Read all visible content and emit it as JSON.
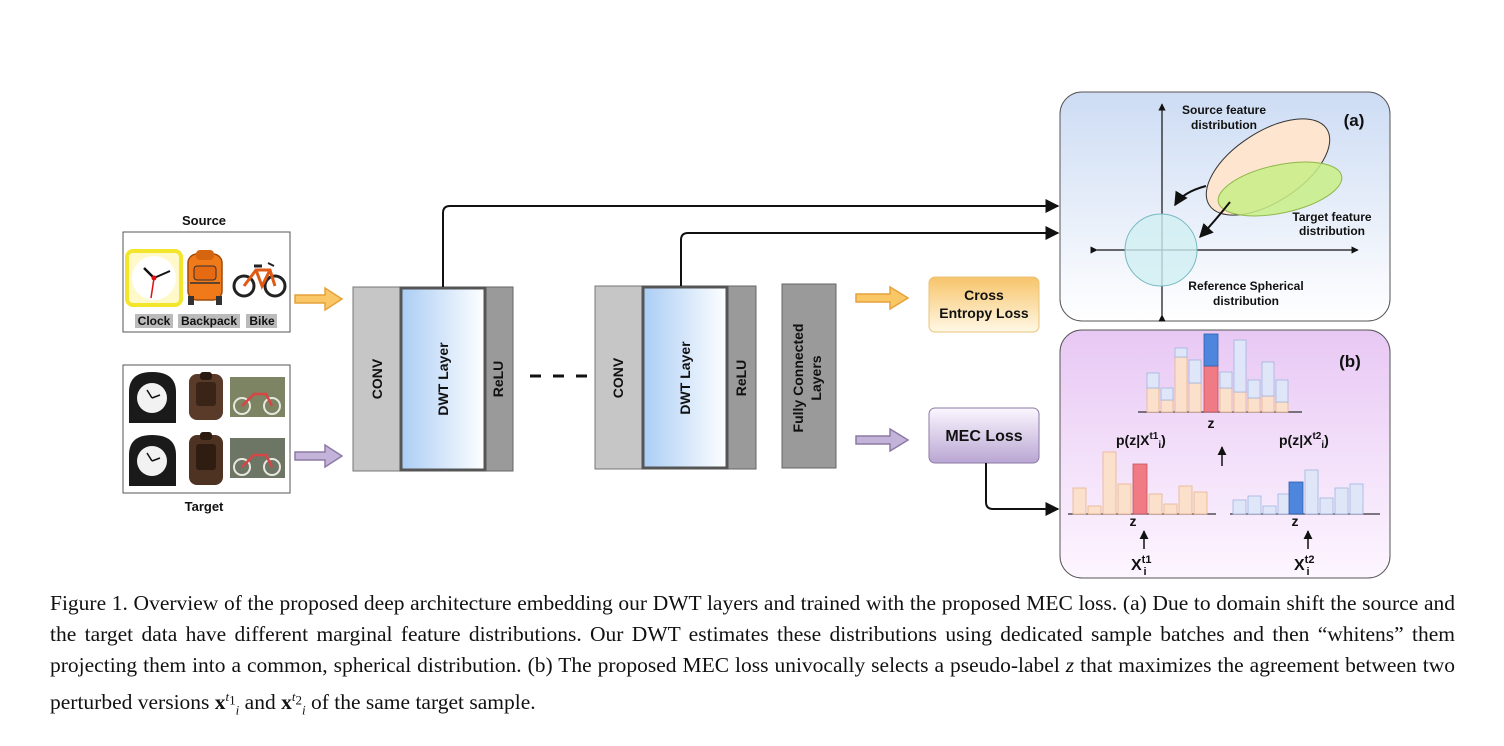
{
  "figure": {
    "source_title": "Source",
    "target_title": "Target",
    "source_classes": [
      "Clock",
      "Backpack",
      "Bike"
    ],
    "block1": {
      "conv": "CONV",
      "dwt": "DWT Layer",
      "relu": "ReLU"
    },
    "block2": {
      "conv": "CONV",
      "dwt": "DWT Layer",
      "relu": "ReLU"
    },
    "fc_line1": "Fully Connected",
    "fc_line2": "Layers",
    "ce_line1": "Cross",
    "ce_line2": "Entropy Loss",
    "mec": "MEC Loss",
    "panel_a": {
      "tag": "(a)",
      "source_l1": "Source feature",
      "source_l2": "distribution",
      "target_l1": "Target feature",
      "target_l2": "distribution",
      "ref_l1": "Reference Spherical",
      "ref_l2": "distribution"
    },
    "panel_b": {
      "tag": "(b)",
      "z": "z",
      "p1_pre": "p(z|X",
      "p1_sup": "t1",
      "p1_sub": "i",
      "p1_post": ")",
      "p2_pre": "p(z|X",
      "p2_sup": "t2",
      "p2_sub": "i",
      "p2_post": ")",
      "x1_base": "X",
      "x1_sup": "t1",
      "x1_sub": "i",
      "x2_base": "X",
      "x2_sup": "t2",
      "x2_sub": "i"
    },
    "colors": {
      "source_arrow": "#f2b54a",
      "target_arrow": "#8d7aa6",
      "panel_a_bg": "#dce6f7",
      "panel_b_bg": "#eed8f5",
      "highlight_red": "#f07b84",
      "highlight_blue": "#4d86dc",
      "bar_orange": "#fbe0cc",
      "bar_blue": "#dfe6f8"
    }
  },
  "caption": {
    "p1": "Figure 1. Overview of the proposed deep architecture embedding our DWT layers and trained with the proposed MEC loss. (a) Due to domain shift the source and the target data have different marginal feature distributions. Our DWT estimates these distributions using dedicated sample batches and then “whitens” them projecting them into a common, spherical distribution. (b) The proposed MEC loss univocally selects a pseudo-label ",
    "z": "z",
    "p2": " that maximizes the agreement between two perturbed versions ",
    "x": "x",
    "i": "i",
    "t1": "t",
    "t1_sub": "1",
    "p3": " and ",
    "t2_sub": "2",
    "p4": " of the same target sample."
  }
}
